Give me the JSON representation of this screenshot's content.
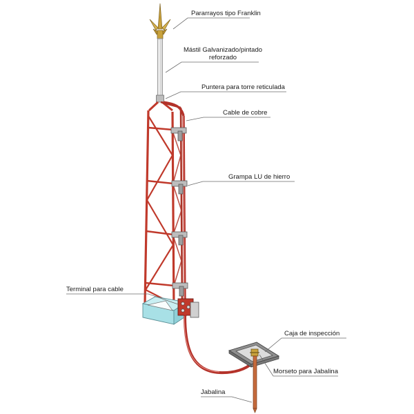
{
  "labels": {
    "franklin": "Pararrayos tipo Franklin",
    "mast_line1": "Mástil Galvanizado/pintado",
    "mast_line2": "reforzado",
    "tip": "Puntera para torre reticulada",
    "cable": "Cable de cobre",
    "clamp": "Grampa LU de hierro",
    "terminal": "Terminal para cable",
    "box": "Caja de inspección",
    "morseto": "Morseto para Jabalina",
    "jabalina": "Jabalina"
  },
  "colors": {
    "tower": "#c0392b",
    "tower_dark": "#8e1f17",
    "cable": "#b4322a",
    "cable_light": "#e38b82",
    "mast": "#d9d9d9",
    "rod_tip": "#c9a23c",
    "clamp": "#bdbdbd",
    "base": "#a8e0e6",
    "copper": "#c46a3c",
    "box": "#9a9a9a"
  }
}
